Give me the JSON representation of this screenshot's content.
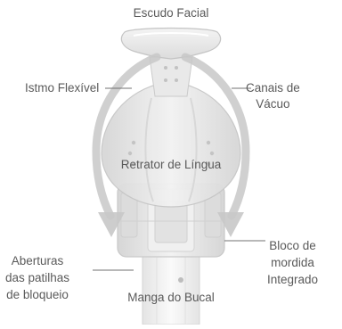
{
  "labels": {
    "face_shield": "Escudo Facial",
    "flexible_isthmus": "Istmo Flexível",
    "vacuum_channels": [
      "Canais de",
      "Vácuo"
    ],
    "tongue_retractor": "Retrator de Língua",
    "lock_tab_openings": [
      "Aberturas",
      "das patilhas",
      "de bloqueio"
    ],
    "bite_block": [
      "Bloco de",
      "mordida",
      "Integrado"
    ],
    "bite_sleeve": "Manga do Bucal"
  },
  "colors": {
    "label_text": "#5a5a5a",
    "leader_line": "#707070",
    "device_plastic": "#e6e6e6",
    "device_edge": "#c9c9c9",
    "flow_arrow": "#c8c8c8"
  }
}
